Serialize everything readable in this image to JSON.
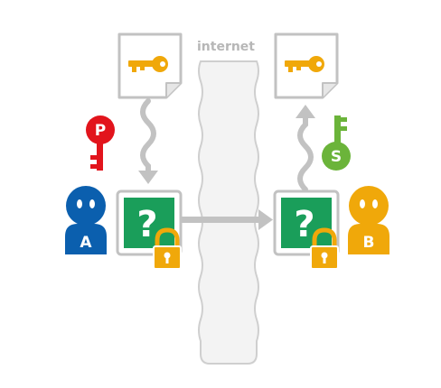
{
  "cloud": {
    "label": "internet"
  },
  "question_mark": "?",
  "people": {
    "alice": {
      "letter": "A",
      "color": "#0b5fae"
    },
    "bob": {
      "letter": "B",
      "color": "#f0a80a"
    }
  },
  "keys": {
    "public_key": {
      "letter": "P",
      "color": "#e2141c"
    },
    "secret_key": {
      "letter": "S",
      "color": "#6bb43a"
    },
    "document_key_color": "#f0a80a"
  },
  "colors": {
    "box_green": "#1a9e5a",
    "lock_orange": "#f0a80a",
    "gray": "#c2c2c2"
  }
}
